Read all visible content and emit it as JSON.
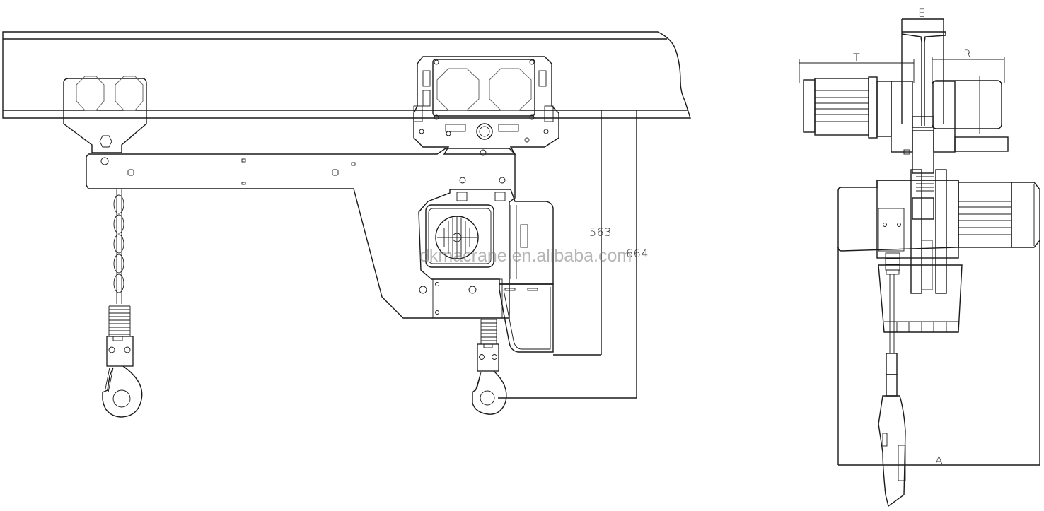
{
  "drawing": {
    "subject": "Electric chain hoist with trolley - general arrangement drawing",
    "views": [
      {
        "id": "front-view-with-trolley",
        "description": "Front elevation: hoist suspended from beam via trolley and extension arm"
      },
      {
        "id": "side-view",
        "description": "Side elevation: hoist with motors, trolley wheels, pendant control"
      }
    ],
    "line_color": "#1a1a1a",
    "background": "#ffffff"
  },
  "dimensions": {
    "d563": "563",
    "d664": "664",
    "E": "E",
    "T": "T",
    "R": "R",
    "A": "A"
  },
  "watermark": {
    "text": "dkmacrane.en.alibaba.com"
  }
}
